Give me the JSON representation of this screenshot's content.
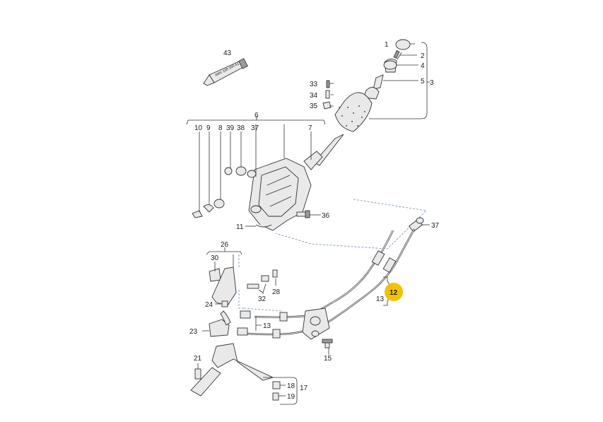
{
  "diagram": {
    "highlight_color": "#f2c200",
    "labels": {
      "p1": "1",
      "p2": "2",
      "p3": "3",
      "p4": "4",
      "p5": "5",
      "p6": "6",
      "p7": "7",
      "p8": "8",
      "p9": "9",
      "p10": "10",
      "p11": "11",
      "p12": "12",
      "p13a": "13",
      "p13b": "13",
      "p15": "15",
      "p17": "17",
      "p18": "18",
      "p19": "19",
      "p21": "21",
      "p23": "23",
      "p24": "24",
      "p26": "26",
      "p28": "28",
      "p30": "30",
      "p32": "32",
      "p33": "33",
      "p34": "34",
      "p35": "35",
      "p36": "36",
      "p37a": "37",
      "p37b": "37",
      "p38": "38",
      "p39": "39",
      "p43": "43"
    },
    "tube_text": "AMV 188 100 A1"
  }
}
